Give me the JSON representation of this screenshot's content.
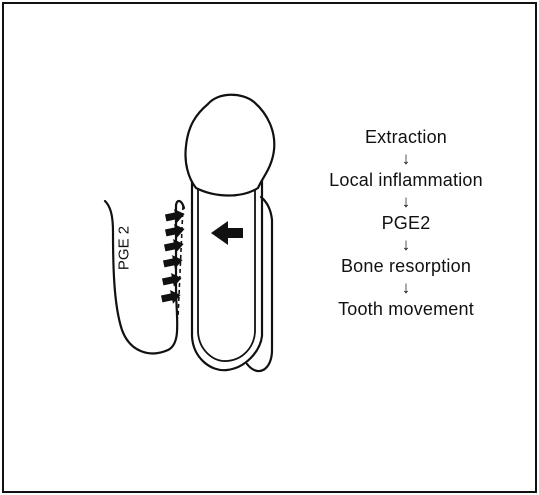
{
  "diagram": {
    "side_label": "PGE 2",
    "flow": {
      "steps": [
        "Extraction",
        "Local inflammation",
        "PGE2",
        "Bone resorption",
        "Tooth movement"
      ],
      "arrow_glyph": "↓"
    }
  }
}
